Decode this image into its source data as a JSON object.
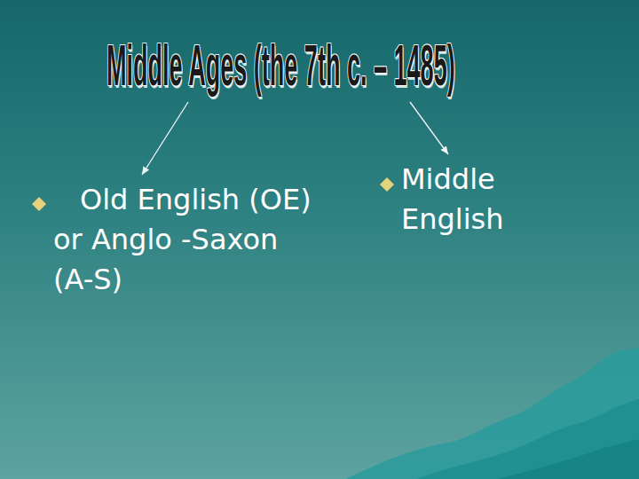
{
  "diagram": {
    "nodes": [
      {
        "text": [
          "Middle Ages (the 7th c. – 1485)"
        ]
      },
      {
        "text": [
          "Old English (OE) or Anglo -Saxon (A-S)"
        ]
      },
      {
        "text": [
          "Middle English"
        ]
      }
    ],
    "edges": [
      {
        "from": 0,
        "to": 1,
        "arrow": "to"
      },
      {
        "from": 0,
        "to": 2,
        "arrow": "to"
      }
    ]
  }
}
